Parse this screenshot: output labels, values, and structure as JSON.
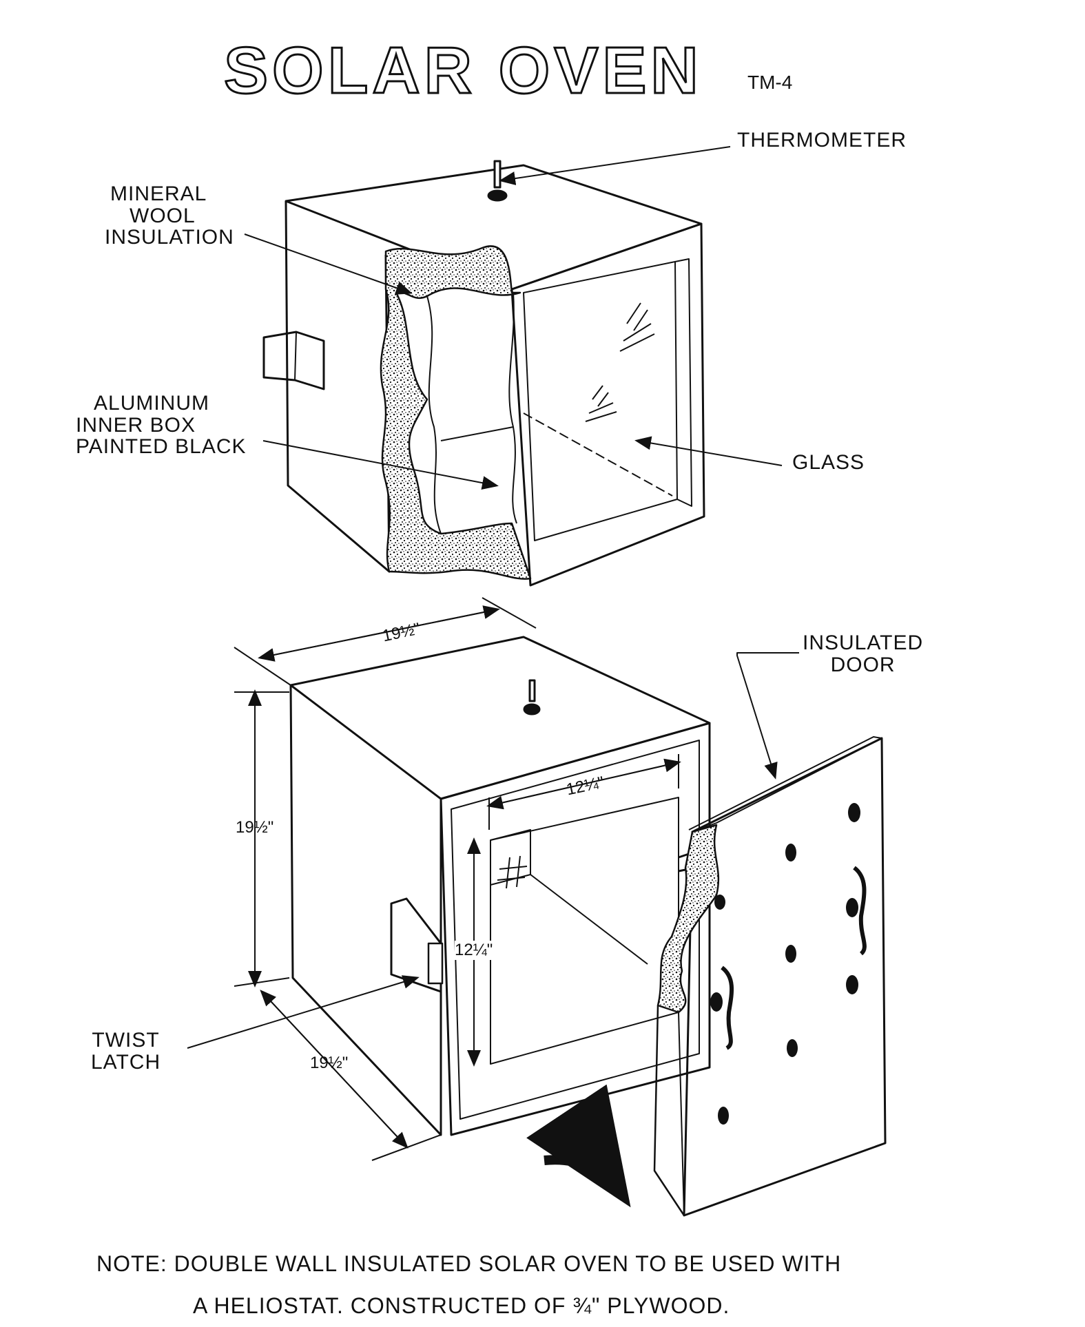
{
  "title": "SOLAR OVEN",
  "code": "TM-4",
  "labels": {
    "thermometer": "THERMOMETER",
    "mineral_wool_1": "MINERAL",
    "mineral_wool_2": "WOOL",
    "mineral_wool_3": "INSULATION",
    "aluminum_1": "ALUMINUM",
    "aluminum_2": "INNER BOX",
    "aluminum_3": "PAINTED BLACK",
    "glass": "GLASS",
    "insulated_door_1": "INSULATED",
    "insulated_door_2": "DOOR",
    "twist_latch_1": "TWIST",
    "twist_latch_2": "LATCH"
  },
  "dimensions": {
    "width_top": "19½\"",
    "height_left": "19½\"",
    "depth_bottom": "19½\"",
    "opening_width": "12¼\"",
    "opening_height": "12¼\""
  },
  "note": {
    "line1": "NOTE:  DOUBLE WALL INSULATED SOLAR OVEN TO BE USED WITH",
    "line2": "A HELIOSTAT.  CONSTRUCTED OF  ¾\" PLYWOOD."
  }
}
